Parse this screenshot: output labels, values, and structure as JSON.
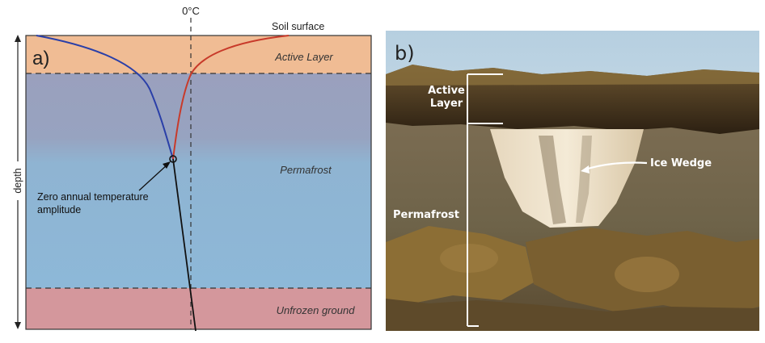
{
  "panel_a": {
    "label": "a)",
    "temp_label": "0°C",
    "soil_surface": "Soil surface",
    "active_layer": "Active Layer",
    "permafrost": "Permafrost",
    "unfrozen": "Unfrozen ground",
    "depth_axis": "depth",
    "annotation_line1": "Zero annual temperature",
    "annotation_line2": "amplitude",
    "colors": {
      "active_layer": "#f0bc94",
      "permafrost": "#8db8d8",
      "unfrozen": "#d4979c",
      "winter_curve": "#2a3fa8",
      "summer_curve": "#c83a2a",
      "mean_line": "#111111"
    }
  },
  "panel_b": {
    "label": "b)",
    "active_layer_line1": "Active",
    "active_layer_line2": "Layer",
    "ice_wedge": "Ice Wedge",
    "permafrost": "Permafrost"
  }
}
